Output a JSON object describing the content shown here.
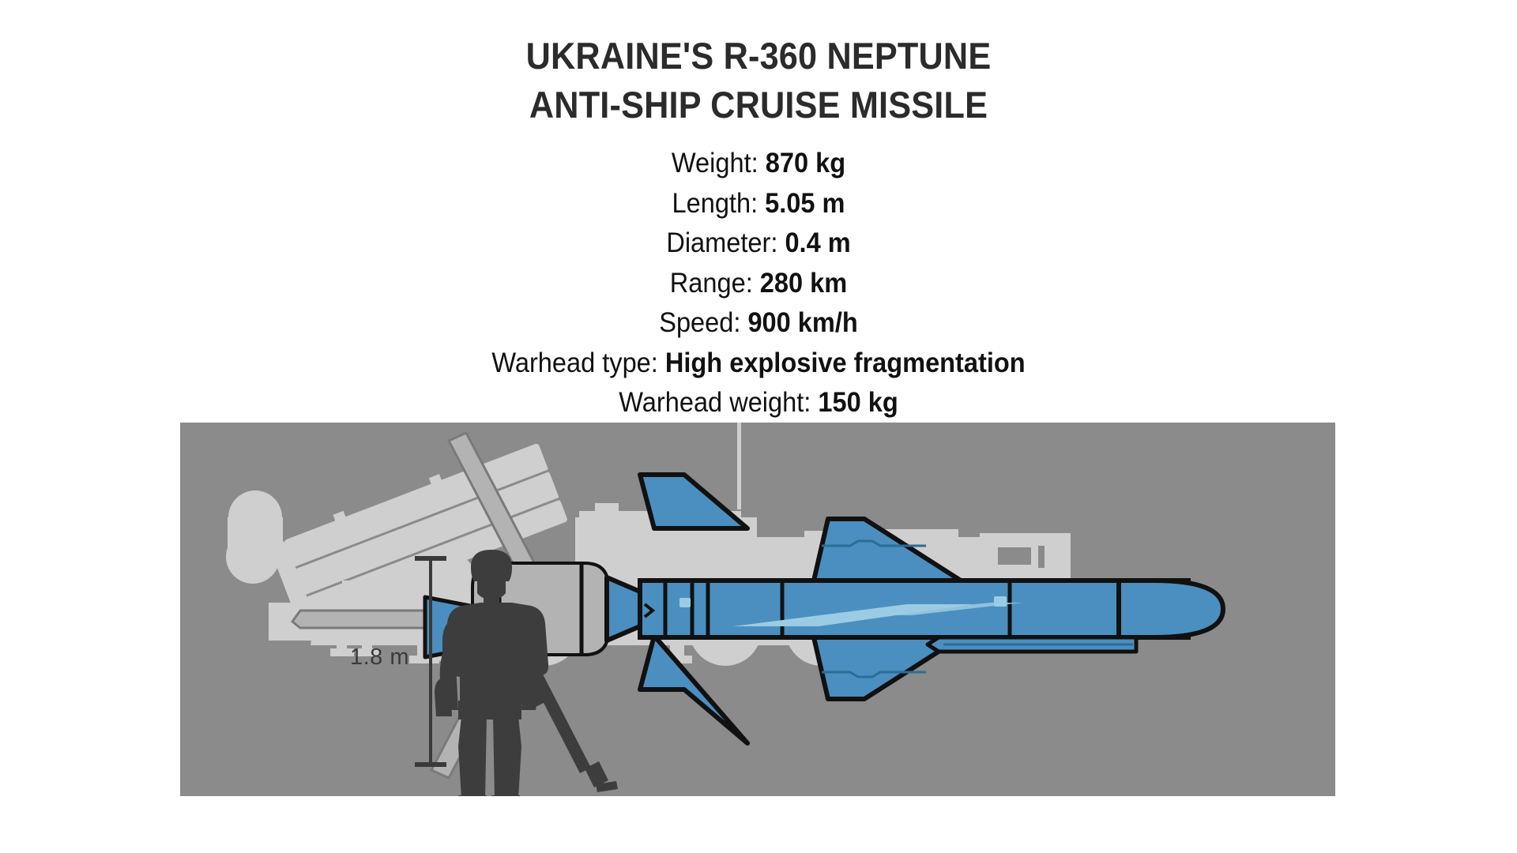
{
  "title": {
    "line1": "UKRAINE'S R-360 NEPTUNE",
    "line2": "ANTI-SHIP CRUISE MISSILE"
  },
  "specs": [
    {
      "label": "Weight: ",
      "value": "870 kg"
    },
    {
      "label": "Length: ",
      "value": "5.05 m"
    },
    {
      "label": "Diameter: ",
      "value": "0.4 m"
    },
    {
      "label": "Range: ",
      "value": "280 km"
    },
    {
      "label": "Speed: ",
      "value": "900 km/h"
    },
    {
      "label": "Warhead type: ",
      "value": "High explosive fragmentation"
    },
    {
      "label": "Warhead weight: ",
      "value": "150 kg"
    }
  ],
  "illustration": {
    "scale_label": "1.8 m",
    "panel_background": "#8b8b8b",
    "missile_body_color": "#4a8fc0",
    "missile_highlight_color": "#9ccbe4",
    "booster_color": "#b3b3b3",
    "outline_color": "#111111",
    "soldier_color": "#3d3d3d",
    "launcher_color": "#cfcfcf",
    "scale_bar_color": "#3a3a3a",
    "title_color": "#2b2b2b",
    "elements": [
      "soldier-silhouette",
      "scale-bar",
      "missile",
      "booster-fins",
      "launcher-vehicle"
    ]
  }
}
